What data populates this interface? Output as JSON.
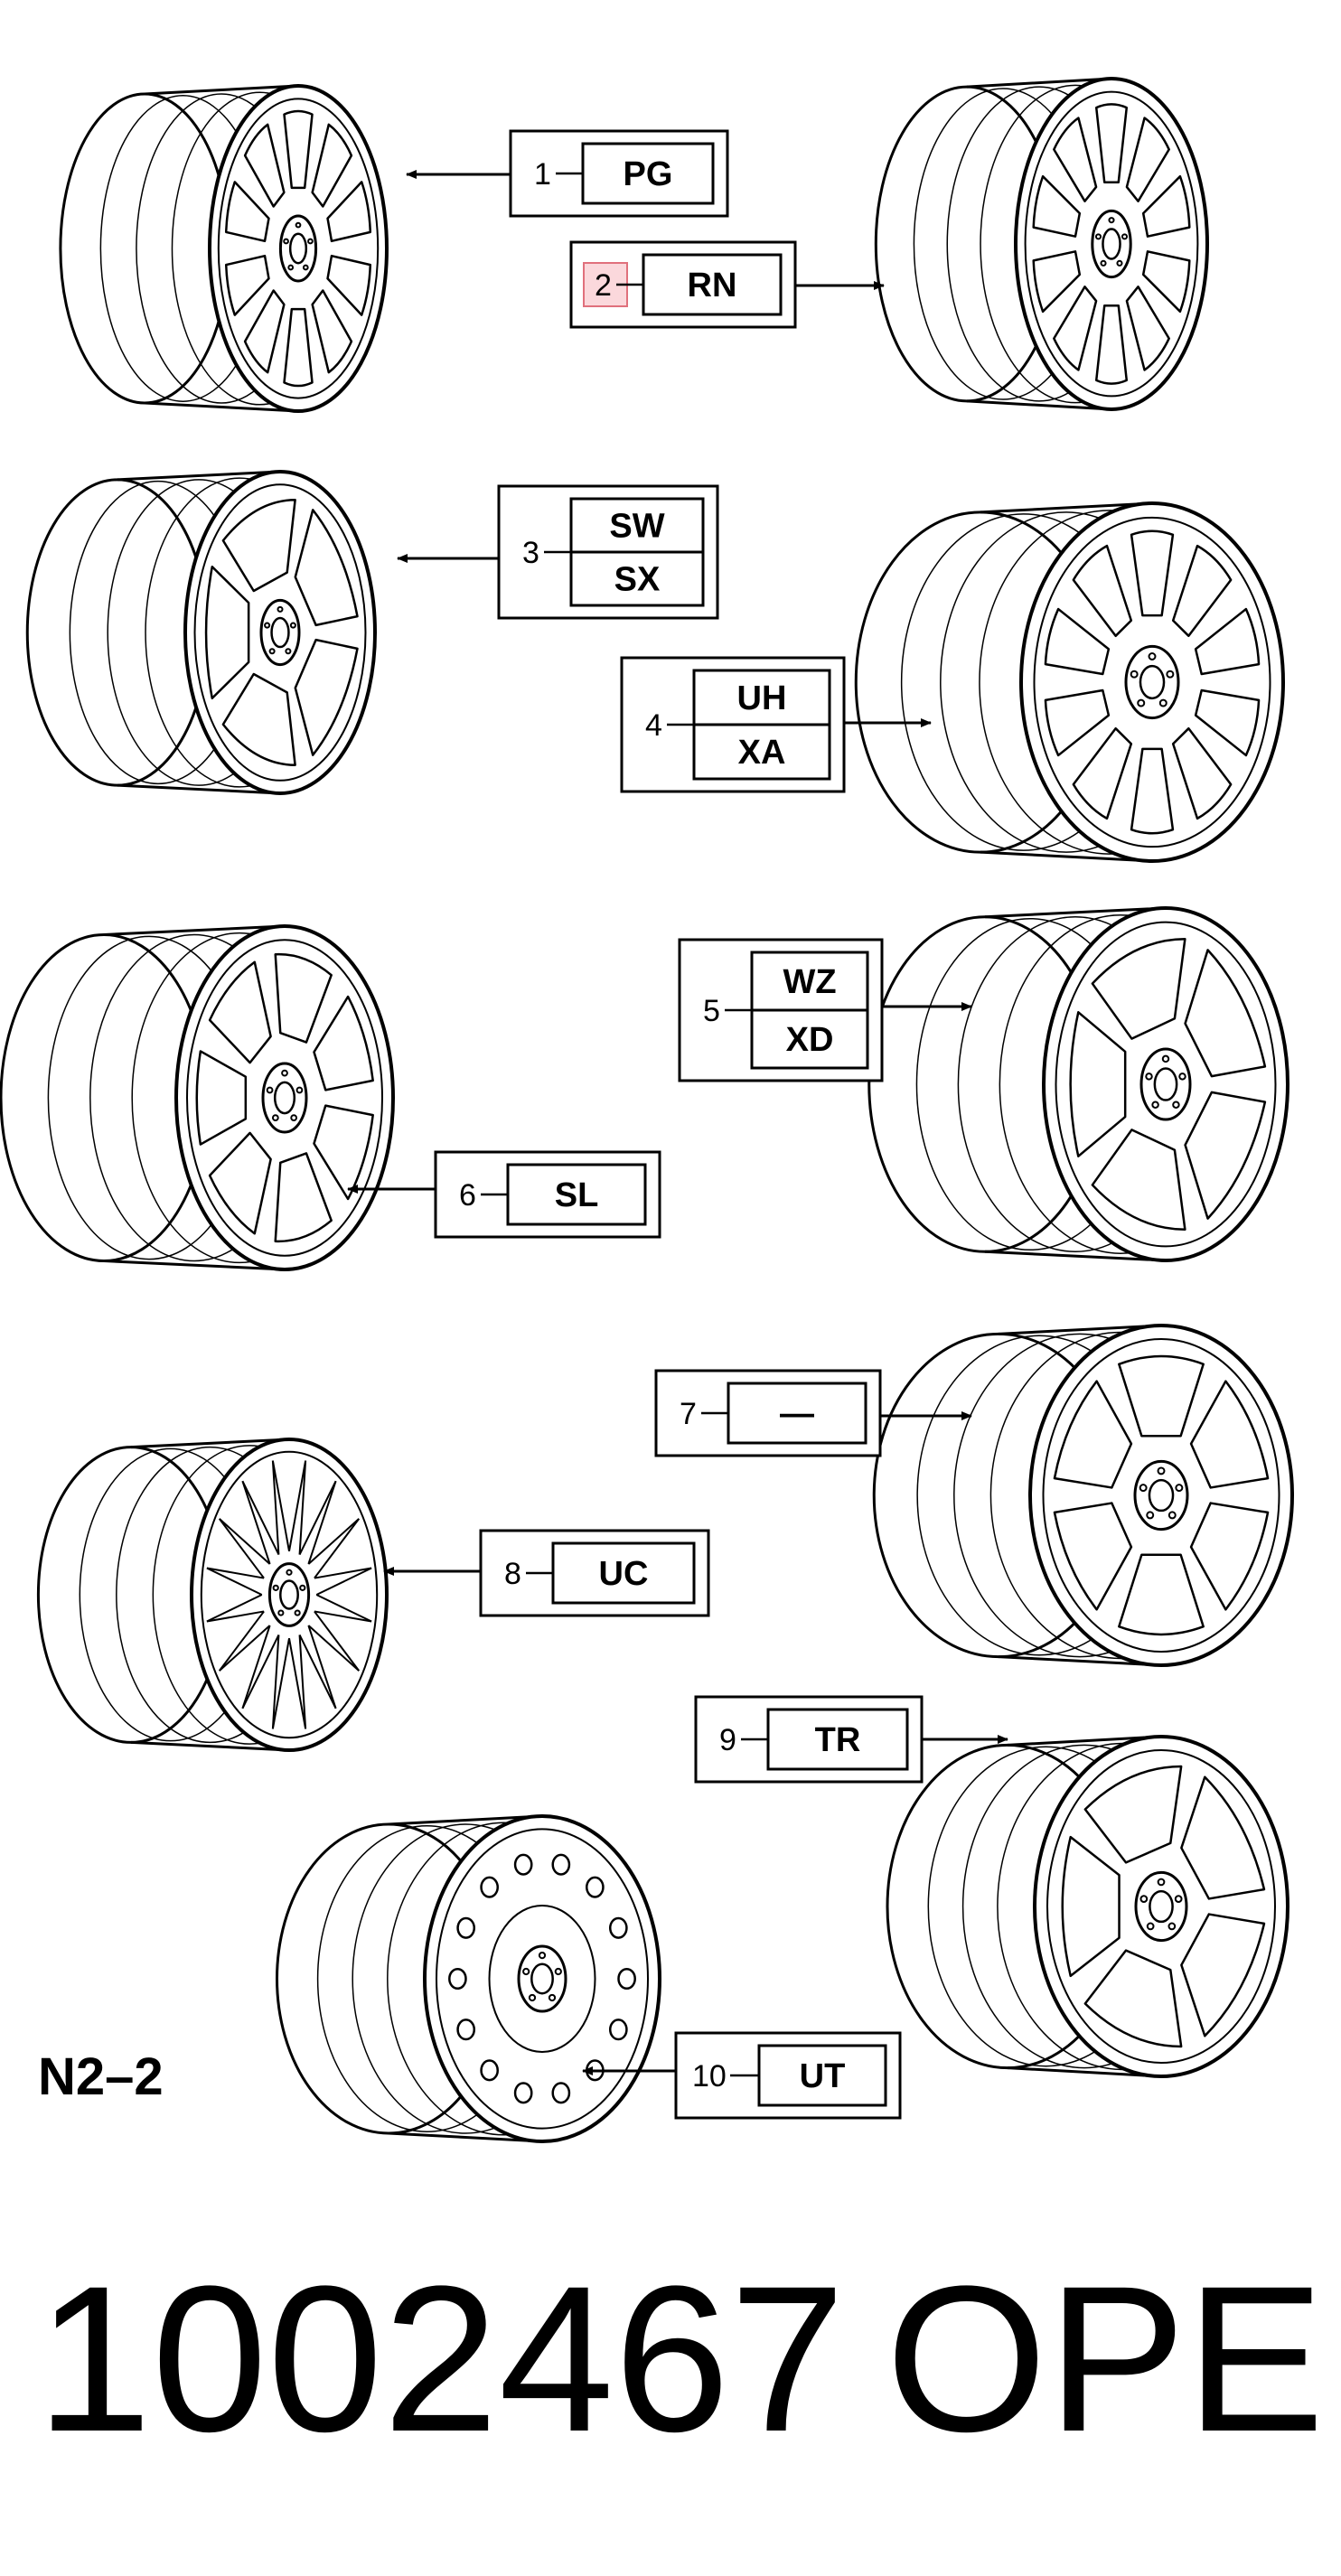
{
  "callouts": [
    {
      "number": "1",
      "codes": [
        "PG"
      ],
      "highlighted": false
    },
    {
      "number": "2",
      "codes": [
        "RN"
      ],
      "highlighted": true
    },
    {
      "number": "3",
      "codes": [
        "SW",
        "SX"
      ],
      "highlighted": false
    },
    {
      "number": "4",
      "codes": [
        "UH",
        "XA"
      ],
      "highlighted": false
    },
    {
      "number": "5",
      "codes": [
        "WZ",
        "XD"
      ],
      "highlighted": false
    },
    {
      "number": "6",
      "codes": [
        "SL"
      ],
      "highlighted": false
    },
    {
      "number": "7",
      "codes": [
        "—"
      ],
      "highlighted": false
    },
    {
      "number": "8",
      "codes": [
        "UC"
      ],
      "highlighted": false
    },
    {
      "number": "9",
      "codes": [
        "TR"
      ],
      "highlighted": false
    },
    {
      "number": "10",
      "codes": [
        "UT"
      ],
      "highlighted": false
    }
  ],
  "wheels": [
    {
      "name": "wheel-1",
      "style": "5-split-spoke"
    },
    {
      "name": "wheel-2",
      "style": "5-double-spoke"
    },
    {
      "name": "wheel-3",
      "style": "5-round-window"
    },
    {
      "name": "wheel-4",
      "style": "10-spoke"
    },
    {
      "name": "wheel-5",
      "style": "7-window"
    },
    {
      "name": "wheel-6",
      "style": "5-wide-spoke"
    },
    {
      "name": "wheel-7",
      "style": "6-spoke"
    },
    {
      "name": "wheel-8",
      "style": "mesh"
    },
    {
      "name": "wheel-9",
      "style": "5-spoke"
    },
    {
      "name": "wheel-10",
      "style": "steel"
    }
  ],
  "figure_ref": "N2–2",
  "footer": {
    "part_number": "1002467",
    "brand": "OPEL"
  },
  "colors": {
    "highlight_fill": "#fbd8dc",
    "highlight_stroke": "#e0707c",
    "line": "#000000"
  }
}
